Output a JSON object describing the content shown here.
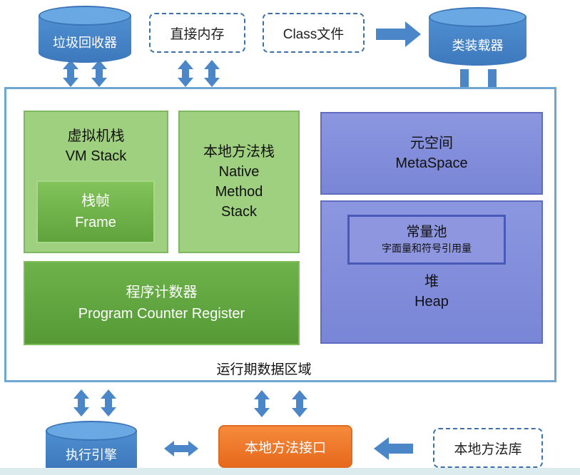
{
  "top": {
    "gc": "垃圾回收器",
    "direct_memory": "直接内存",
    "class_file": "Class文件",
    "class_loader": "类装载器"
  },
  "runtime": {
    "label": "运行期数据区域",
    "vm_stack": {
      "zh": "虚拟机栈",
      "en": "VM Stack"
    },
    "frame": {
      "zh": "栈帧",
      "en": "Frame"
    },
    "native_stack": {
      "zh": "本地方法栈",
      "line1": "Native",
      "line2": "Method",
      "line3": "Stack"
    },
    "pc": {
      "zh": "程序计数器",
      "en": "Program Counter Register"
    },
    "metaspace": {
      "zh": "元空间",
      "en": "MetaSpace"
    },
    "constant_pool": {
      "zh": "常量池",
      "sub": "字面量和符号引用量"
    },
    "heap": {
      "zh": "堆",
      "en": "Heap"
    }
  },
  "bottom": {
    "exec_engine": "执行引擎",
    "native_interface": "本地方法接口",
    "native_lib": "本地方法库"
  },
  "colors": {
    "cylinder": "#4a86c8",
    "green": "#6db24b",
    "purple": "#7f8ad8",
    "orange": "#ef7a2c",
    "arrow": "#4a86c8"
  }
}
